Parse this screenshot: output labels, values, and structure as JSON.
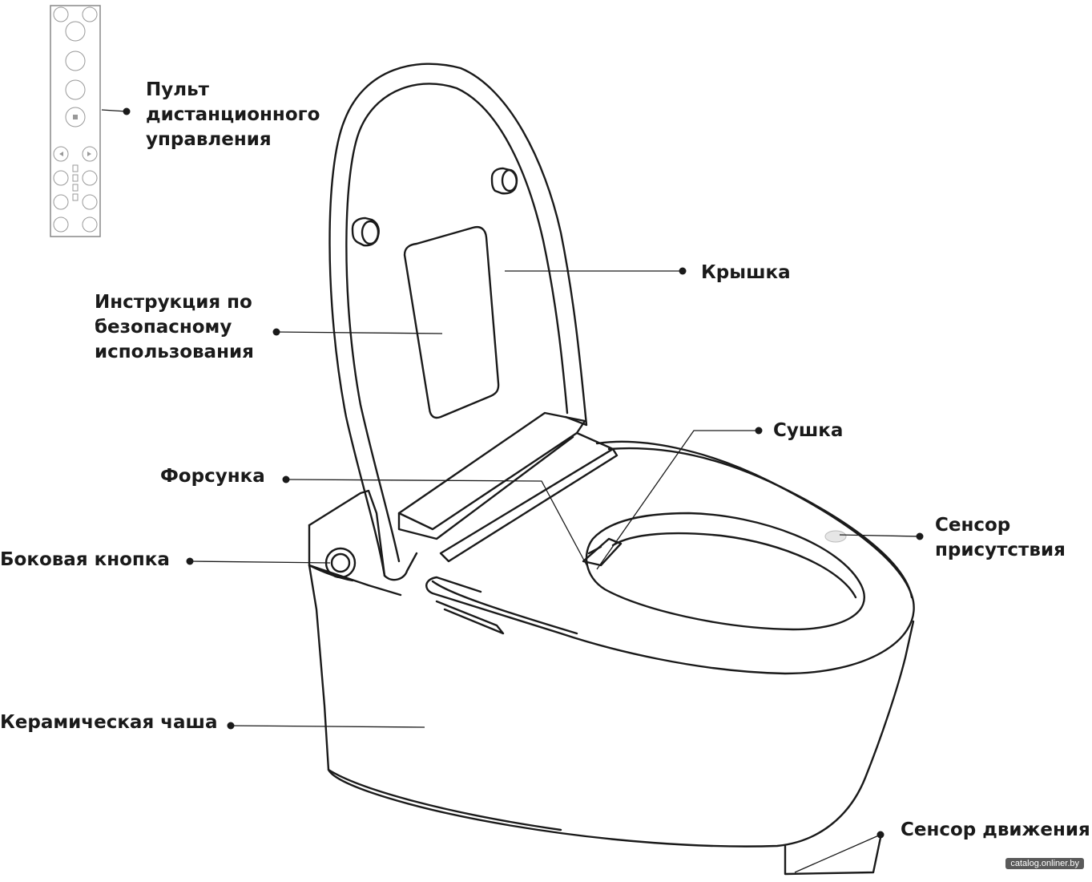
{
  "labels": {
    "remote": [
      "Пульт",
      "дистанционного",
      "управления"
    ],
    "lid": "Крышка",
    "instructions": [
      "Инструкция по",
      "безопасному",
      "использования"
    ],
    "dryer": "Сушка",
    "nozzle": "Форсунка",
    "presence_sensor": [
      "Сенсор",
      "присутствия"
    ],
    "side_button": "Боковая кнопка",
    "bowl": "Керамическая чаша",
    "motion_sensor": "Сенсор движения"
  },
  "watermark": "catalog.onliner.by",
  "colors": {
    "line": "#1a1a1a",
    "background": "#ffffff"
  }
}
